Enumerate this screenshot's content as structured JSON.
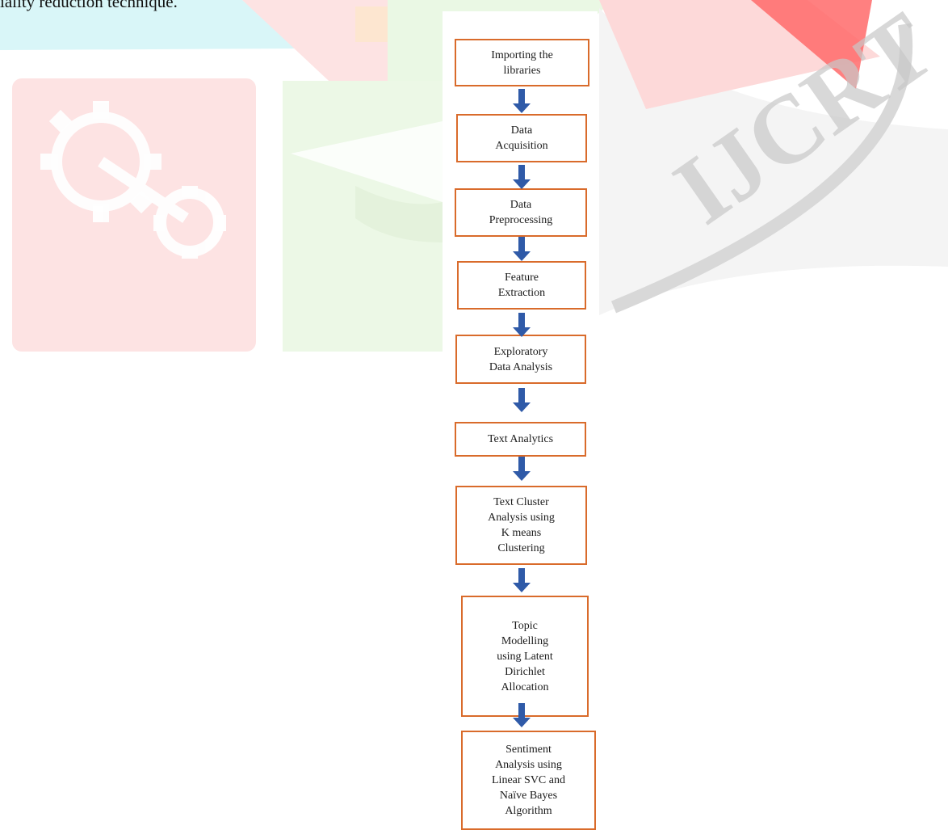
{
  "page": {
    "top_text": "iality reduction technique.",
    "watermark": "IJCRT"
  },
  "flowchart": {
    "steps": [
      "Importing the\nlibraries",
      "Data\nAcquisition",
      "Data\nPreprocessing",
      "Feature\nExtraction",
      "Exploratory\nData Analysis",
      "Text Analytics",
      "Text Cluster\nAnalysis using\nK means\nClustering",
      "Topic\nModelling\nusing Latent\nDirichlet\nAllocation",
      "Sentiment\nAnalysis using\nLinear SVC and\nNaïve Bayes\nAlgorithm"
    ],
    "colors": {
      "box_border": "#d96b2b",
      "arrow": "#2f5aa8"
    }
  }
}
